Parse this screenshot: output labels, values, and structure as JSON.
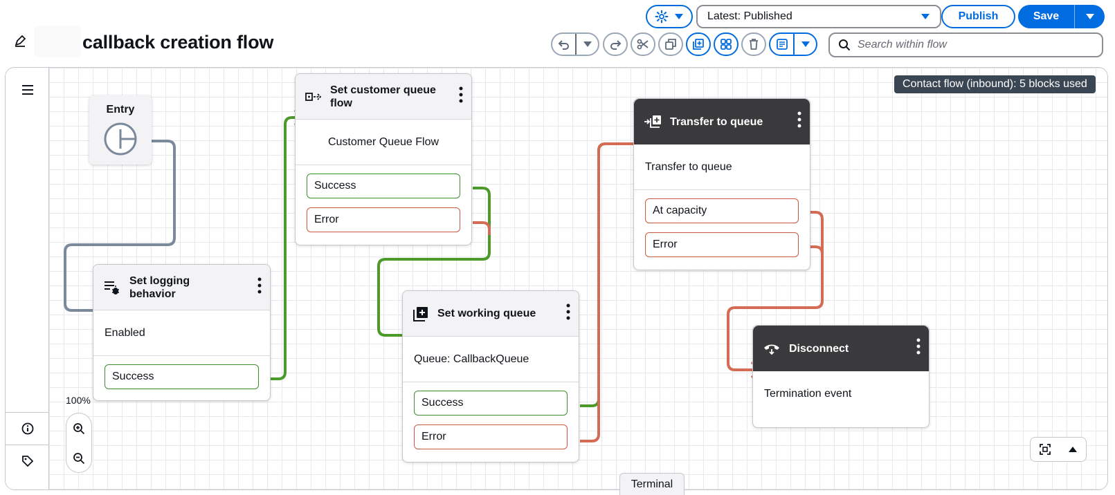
{
  "header": {
    "title": "callback creation flow",
    "version_select": "Latest: Published",
    "publish_label": "Publish",
    "save_label": "Save",
    "search_placeholder": "Search within flow"
  },
  "canvas": {
    "usage_badge": "Contact flow (inbound): 5 blocks used",
    "zoom_level": "100%",
    "terminal_tab": "Terminal"
  },
  "blocks": {
    "entry": {
      "title": "Entry"
    },
    "set_logging": {
      "title_line1": "Set logging",
      "title_line2": "behavior",
      "body": "Enabled",
      "branches": [
        "Success"
      ]
    },
    "set_customer_queue": {
      "title_line1": "Set customer queue",
      "title_line2": "flow",
      "body": "Customer Queue Flow",
      "branches": [
        "Success",
        "Error"
      ]
    },
    "set_working_queue": {
      "title": "Set working queue",
      "body": "Queue: CallbackQueue",
      "branches": [
        "Success",
        "Error"
      ]
    },
    "transfer_to_queue": {
      "title": "Transfer to queue",
      "body": "Transfer to queue",
      "branches": [
        "At capacity",
        "Error"
      ]
    },
    "disconnect": {
      "title": "Disconnect",
      "body": "Termination event"
    }
  },
  "colors": {
    "accent": "#006ce0",
    "success_wire": "#4c9a2a",
    "error_wire": "#d36b55",
    "entry_wire": "#7b8a9b",
    "dark_header": "#3a3a3c"
  }
}
